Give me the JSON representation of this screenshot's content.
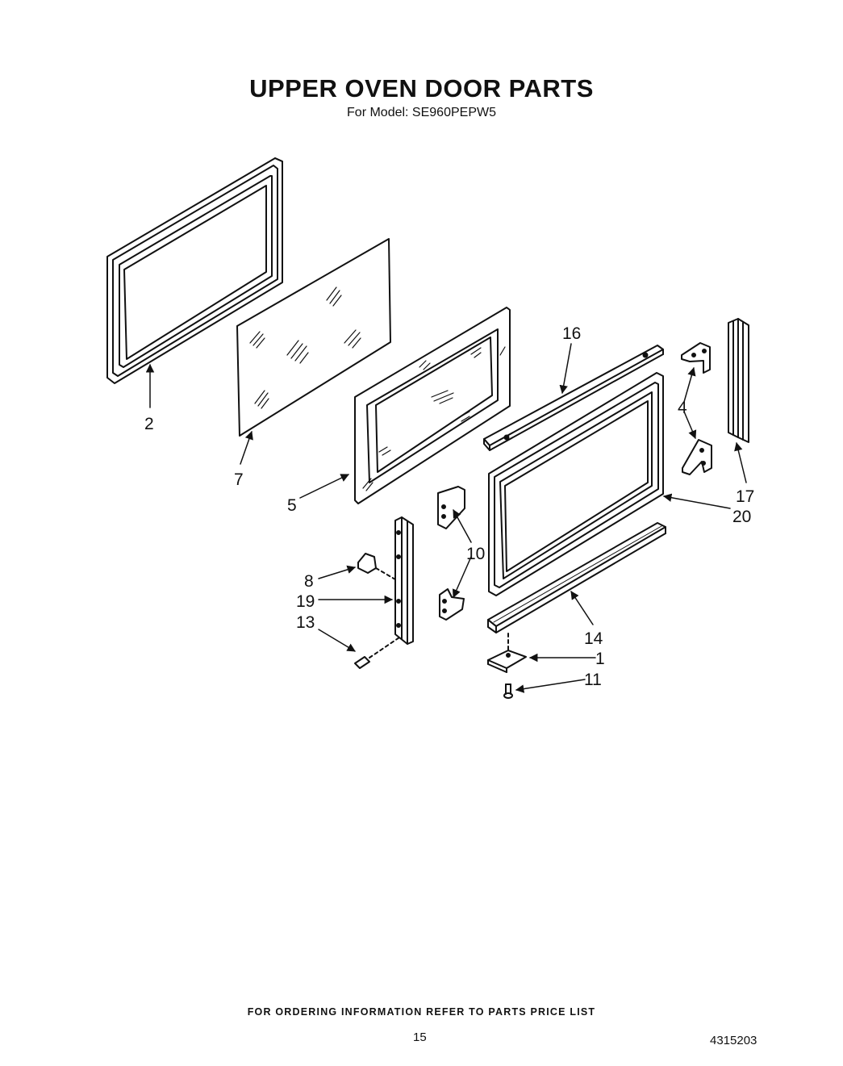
{
  "header": {
    "title": "UPPER OVEN DOOR PARTS",
    "subtitle": "For Model: SE960PEPW5"
  },
  "diagram": {
    "callouts": [
      {
        "id": "2",
        "label": "2"
      },
      {
        "id": "7",
        "label": "7"
      },
      {
        "id": "5",
        "label": "5"
      },
      {
        "id": "16",
        "label": "16"
      },
      {
        "id": "4",
        "label": "4"
      },
      {
        "id": "17",
        "label": "17"
      },
      {
        "id": "20",
        "label": "20"
      },
      {
        "id": "10",
        "label": "10"
      },
      {
        "id": "8",
        "label": "8"
      },
      {
        "id": "19",
        "label": "19"
      },
      {
        "id": "13",
        "label": "13"
      },
      {
        "id": "14",
        "label": "14"
      },
      {
        "id": "1",
        "label": "1"
      },
      {
        "id": "11",
        "label": "11"
      }
    ]
  },
  "footer": {
    "note": "FOR ORDERING INFORMATION REFER TO PARTS PRICE LIST",
    "page_number": "15",
    "document_number": "4315203"
  }
}
